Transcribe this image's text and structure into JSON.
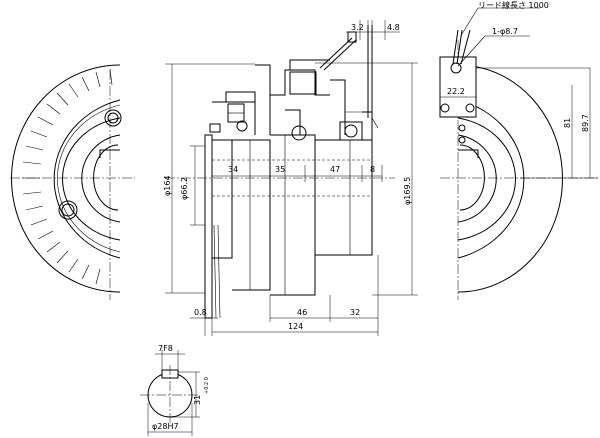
{
  "dimensions": {
    "d_3_2": "3.2",
    "d_4_8": "4.8",
    "lead_wire": "リード線長さ 1000",
    "hole": "1-φ8.7",
    "d_22_2": "22.2",
    "d_81": "81",
    "d_89_7": "89.7",
    "d_34": "34",
    "d_35": "35",
    "d_47": "47",
    "d_8": "8",
    "phi_164": "φ164",
    "phi_66_2": "φ66.2",
    "phi_169_5": "φ169.5",
    "d_0_8": "0.8",
    "d_46": "46",
    "d_32": "32",
    "d_124": "124",
    "key_width": "7F8",
    "key_depth": "31",
    "key_depth_tol": "+0.2 0",
    "bore": "φ28H7"
  }
}
